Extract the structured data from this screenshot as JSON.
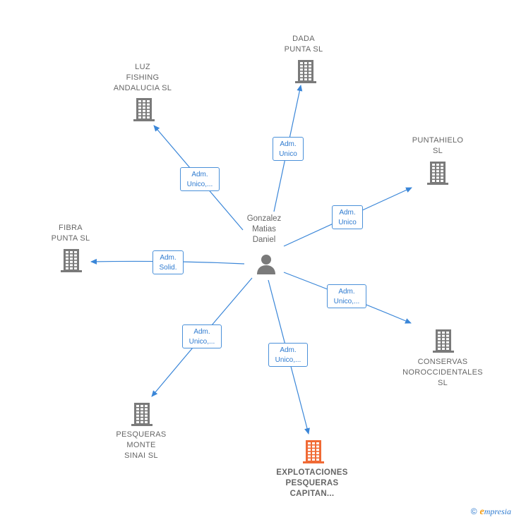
{
  "colors": {
    "edge": "#3a86d8",
    "building": "#7a7a7a",
    "building_highlight": "#f06a35",
    "label_text": "#666666",
    "relation_text": "#2f7bd0"
  },
  "center": {
    "name_lines": [
      "Gonzalez",
      "Matias",
      "Daniel"
    ],
    "icon": "person-icon"
  },
  "companies": [
    {
      "id": "dada",
      "lines": [
        "DADA",
        "PUNTA SL"
      ],
      "icon": "building-icon",
      "highlight": false
    },
    {
      "id": "luz",
      "lines": [
        "LUZ",
        "FISHING",
        "ANDALUCIA SL"
      ],
      "icon": "building-icon",
      "highlight": false
    },
    {
      "id": "puntahielo",
      "lines": [
        "PUNTAHIELO",
        "SL"
      ],
      "icon": "building-icon",
      "highlight": false
    },
    {
      "id": "fibra",
      "lines": [
        "FIBRA",
        "PUNTA SL"
      ],
      "icon": "building-icon",
      "highlight": false
    },
    {
      "id": "conservas",
      "lines": [
        "CONSERVAS",
        "NOROCCIDENTALES",
        "SL"
      ],
      "icon": "building-icon",
      "highlight": false
    },
    {
      "id": "pesqueras",
      "lines": [
        "PESQUERAS",
        "MONTE",
        "SINAI SL"
      ],
      "icon": "building-icon",
      "highlight": false
    },
    {
      "id": "explotaciones",
      "lines": [
        "EXPLOTACIONES",
        "PESQUERAS",
        "CAPITAN..."
      ],
      "icon": "building-icon",
      "highlight": true
    }
  ],
  "relations": [
    {
      "to": "dada",
      "lines": [
        "Adm.",
        "Unico"
      ]
    },
    {
      "to": "luz",
      "lines": [
        "Adm.",
        "Unico,..."
      ]
    },
    {
      "to": "puntahielo",
      "lines": [
        "Adm.",
        "Unico"
      ]
    },
    {
      "to": "fibra",
      "lines": [
        "Adm.",
        "Solid."
      ]
    },
    {
      "to": "conservas",
      "lines": [
        "Adm.",
        "Unico,..."
      ]
    },
    {
      "to": "pesqueras",
      "lines": [
        "Adm.",
        "Unico,..."
      ]
    },
    {
      "to": "explotaciones",
      "lines": [
        "Adm.",
        "Unico,..."
      ]
    }
  ],
  "footer": {
    "copyright": "©",
    "brand_initial": "e",
    "brand_rest": "mpresia"
  }
}
